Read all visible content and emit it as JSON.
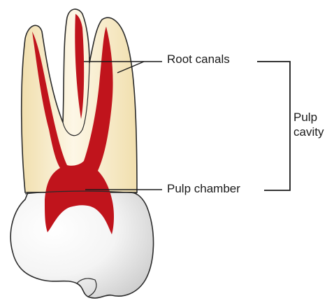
{
  "labels": {
    "root_canals": "Root canals",
    "pulp_chamber": "Pulp chamber",
    "pulp_cavity_line1": "Pulp",
    "pulp_cavity_line2": "cavity"
  },
  "colors": {
    "dentin": "#f6e8bf",
    "dentin_light": "#fdf7e6",
    "pulp": "#c0141c",
    "enamel": "#ffffff",
    "enamel_shade": "#c8c8c8",
    "outline": "#2a2a2a",
    "leader": "#1a1a1a"
  }
}
